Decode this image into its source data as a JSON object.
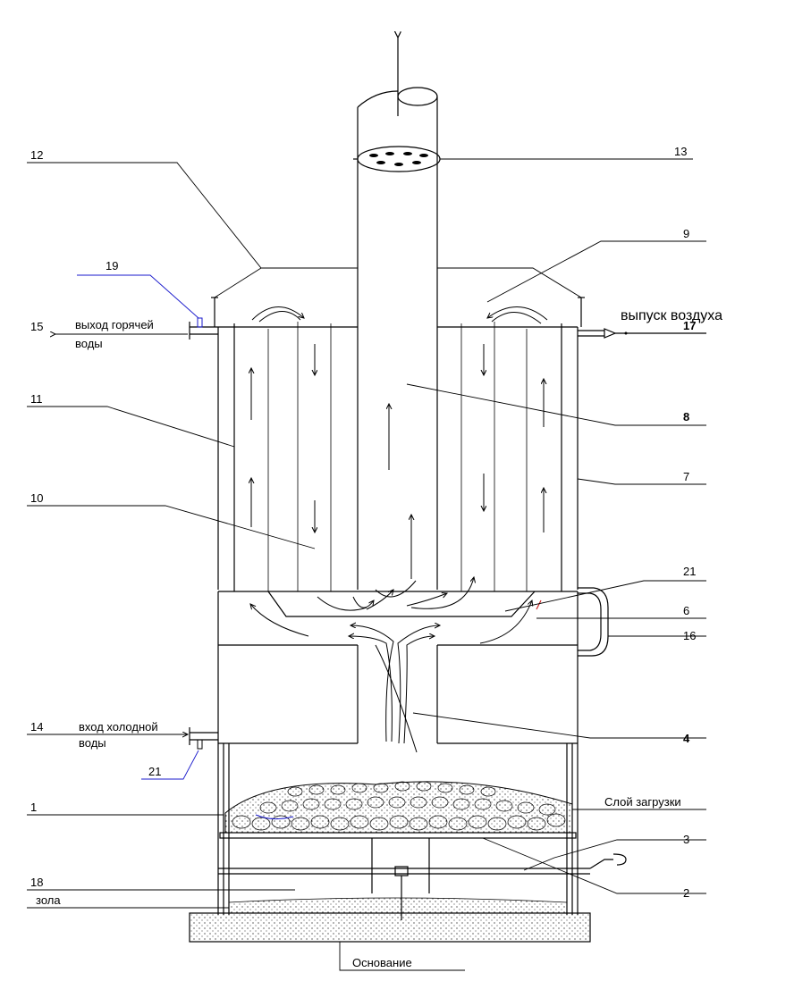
{
  "labels": {
    "n1": "1",
    "n2": "2",
    "n3": "3",
    "n4": "4",
    "n6": "6",
    "n7": "7",
    "n8": "8",
    "n9": "9",
    "n10": "10",
    "n11": "11",
    "n12": "12",
    "n13": "13",
    "n14": "14",
    "n15": "15",
    "n16": "16",
    "n17": "17",
    "n18": "18",
    "n19": "19",
    "n21_top": "21",
    "n21_bottom": "21"
  },
  "text": {
    "hot_water_1": "выход горячей",
    "hot_water_2": "воды",
    "cold_water_1": "вход холодной",
    "cold_water_2": "воды",
    "air_release": "выпуск воздуха",
    "load_layer": "Слой загрузки",
    "ash": "зола",
    "base": "Основание"
  },
  "colors": {
    "line": "#000000",
    "accent_blue": "#1a1acc",
    "accent_red": "#cc2222"
  }
}
